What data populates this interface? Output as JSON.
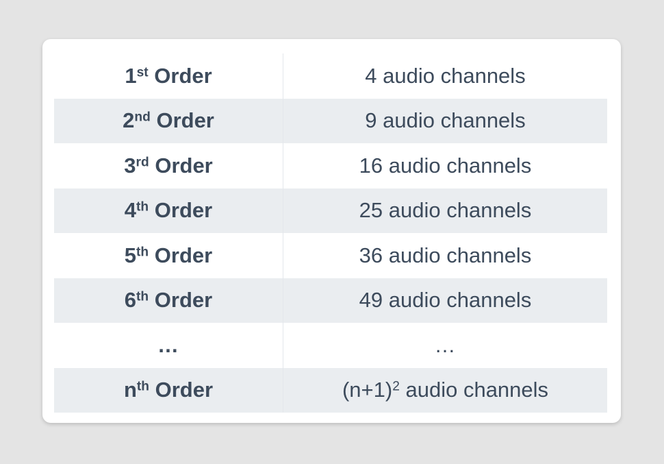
{
  "table": {
    "rows": [
      {
        "order_num": "1",
        "order_sup": "st",
        "order_word": "Order",
        "channels_pre": "4 audio channels",
        "channels_sup": "",
        "channels_post": ""
      },
      {
        "order_num": "2",
        "order_sup": "nd",
        "order_word": "Order",
        "channels_pre": "9 audio channels",
        "channels_sup": "",
        "channels_post": ""
      },
      {
        "order_num": "3",
        "order_sup": "rd",
        "order_word": "Order",
        "channels_pre": "16 audio channels",
        "channels_sup": "",
        "channels_post": ""
      },
      {
        "order_num": "4",
        "order_sup": "th",
        "order_word": "Order",
        "channels_pre": "25 audio channels",
        "channels_sup": "",
        "channels_post": ""
      },
      {
        "order_num": "5",
        "order_sup": "th",
        "order_word": "Order",
        "channels_pre": "36 audio channels",
        "channels_sup": "",
        "channels_post": ""
      },
      {
        "order_num": "6",
        "order_sup": "th",
        "order_word": "Order",
        "channels_pre": "49 audio channels",
        "channels_sup": "",
        "channels_post": ""
      },
      {
        "order_num": "…",
        "order_sup": "",
        "order_word": "",
        "channels_pre": "…",
        "channels_sup": "",
        "channels_post": ""
      },
      {
        "order_num": "n",
        "order_sup": "th",
        "order_word": "Order",
        "channels_pre": "(n+1)",
        "channels_sup": "2",
        "channels_post": " audio channels"
      }
    ]
  },
  "colors": {
    "text": "#3d4b5c",
    "stripe": "#eaedf0",
    "card": "#ffffff",
    "background": "#e4e4e4"
  }
}
